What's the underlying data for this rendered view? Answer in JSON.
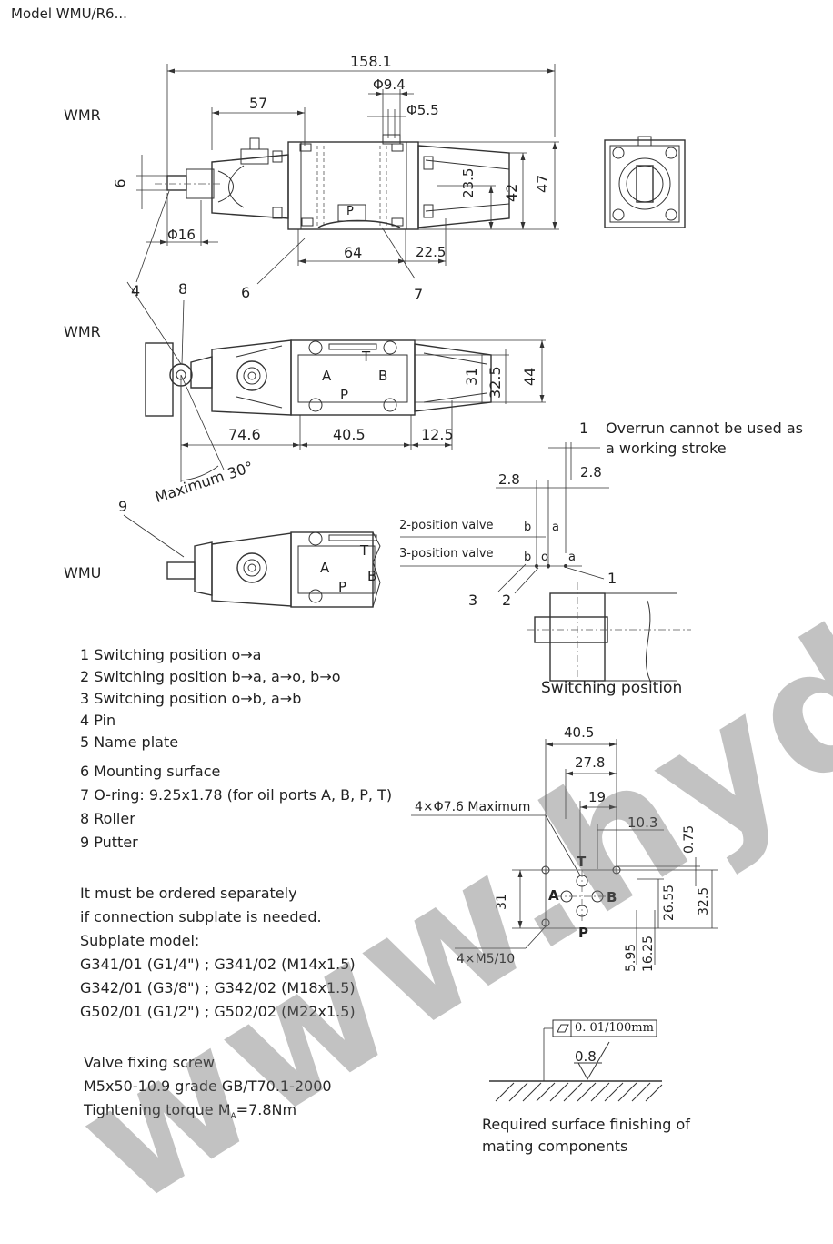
{
  "header": {
    "title": "Model WMU/R6..."
  },
  "views": {
    "top_label": "WMR",
    "middle_label": "WMR",
    "bottom_label": "WMU"
  },
  "dimensions": {
    "d158_1": "158.1",
    "d57": "57",
    "phi9_4": "Φ9.4",
    "phi5_5": "Φ5.5",
    "d6": "6",
    "phi16": "Φ16",
    "d64": "64",
    "d22_5": "22.5",
    "d23_5": "23.5",
    "d42": "42",
    "d47": "47",
    "d74_6": "74.6",
    "d40_5": "40.5",
    "d12_5": "12.5",
    "d31": "31",
    "d32_5": "32.5",
    "d44": "44",
    "max30": "Maximum 30°",
    "s2_8a": "2.8",
    "s2_8b": "2.8",
    "s1": "1",
    "p40_5": "40.5",
    "p27_8": "27.8",
    "p19": "19",
    "p10_3": "10.3",
    "p0_75": "0.75",
    "p31": "31",
    "p26_55": "26.55",
    "p32_5": "32.5",
    "p5_95": "5.95",
    "p16_25": "16.25",
    "p_holes": "4×Φ7.6 Maximum",
    "p_screws": "4×M5/10"
  },
  "callouts": {
    "c4": "4",
    "c8": "8",
    "c6": "6",
    "c7": "7",
    "c9": "9",
    "c1": "1",
    "c2": "2",
    "c3": "3"
  },
  "ports": {
    "A": "A",
    "B": "B",
    "P": "P",
    "T": "T"
  },
  "switching": {
    "overrun_line1": "Overrun cannot be used as",
    "overrun_line2": "a working stroke",
    "two_position": "2-position valve",
    "three_position": "3-position valve",
    "b": "b",
    "a": "a",
    "o": "o",
    "caption": "Switching position"
  },
  "legend": [
    "1 Switching position o→a",
    "2 Switching position b→a, a→o, b→o",
    "3 Switching position o→b, a→b",
    "4 Pin",
    "5 Name plate",
    "6 Mounting surface",
    "7 O-ring: 9.25x1.78 (for oil ports A, B, P, T)",
    "8 Roller",
    "9 Putter"
  ],
  "subplate_note": [
    "It must be ordered separately",
    "if connection subplate is needed.",
    "Subplate model:",
    "G341/01 (G1/4\") ; G341/02 (M14x1.5)",
    "G342/01 (G3/8\") ; G342/02 (M18x1.5)",
    "G502/01 (G1/2\") ; G502/02 (M22x1.5)"
  ],
  "screw_note": [
    "Valve fixing screw",
    "M5x50-10.9 grade GB/T70.1-2000",
    "Tightening torque M",
    "A",
    "=7.8Nm"
  ],
  "surface": {
    "flatness": "0. 01/100mm",
    "roughness": "0.8",
    "caption_line1": "Required surface finishing of",
    "caption_line2": "mating components"
  },
  "watermark": "www.hyd"
}
